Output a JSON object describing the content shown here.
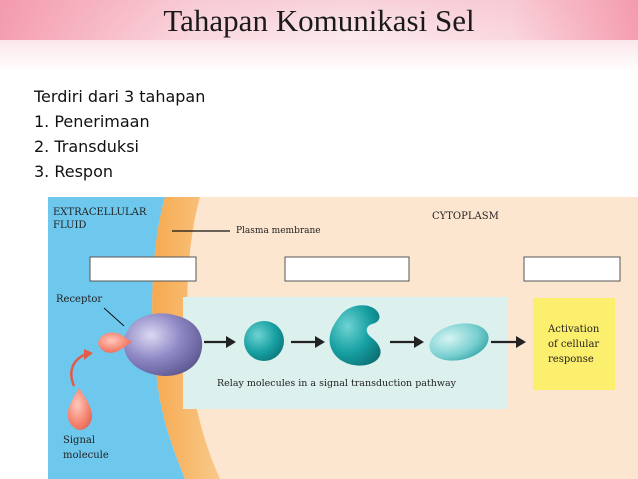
{
  "slide": {
    "title": "Tahapan Komunikasi Sel"
  },
  "intro": {
    "heading": "Terdiri dari 3 tahapan",
    "items": [
      "1.  Penerimaan",
      "2.  Transduksi",
      "3.  Respon"
    ]
  },
  "figure": {
    "extracellular": [
      "EXTRACELLULAR",
      "FLUID"
    ],
    "cytoplasm": "CYTOPLASM",
    "membrane": "Plasma membrane",
    "receptor": "Receptor",
    "relay": "Relay molecules in a signal transduction pathway",
    "activation": [
      "Activation",
      "of cellular",
      "response"
    ],
    "signal": [
      "Signal",
      "molecule"
    ],
    "colors": {
      "extracellular": "#6ec8ee",
      "membrane": "#f6b56a",
      "cytoplasm": "#fde6cf",
      "pathway_band": "#dcf0ee",
      "response_box": "#fcef6e",
      "receptor": "#8b86c2",
      "relay": "#1fa0a3",
      "signal": "#f27c6c"
    },
    "icons": [
      "receptor-icon",
      "signal-molecule-icon",
      "relay-molecule-icon",
      "arrow-icon"
    ]
  }
}
